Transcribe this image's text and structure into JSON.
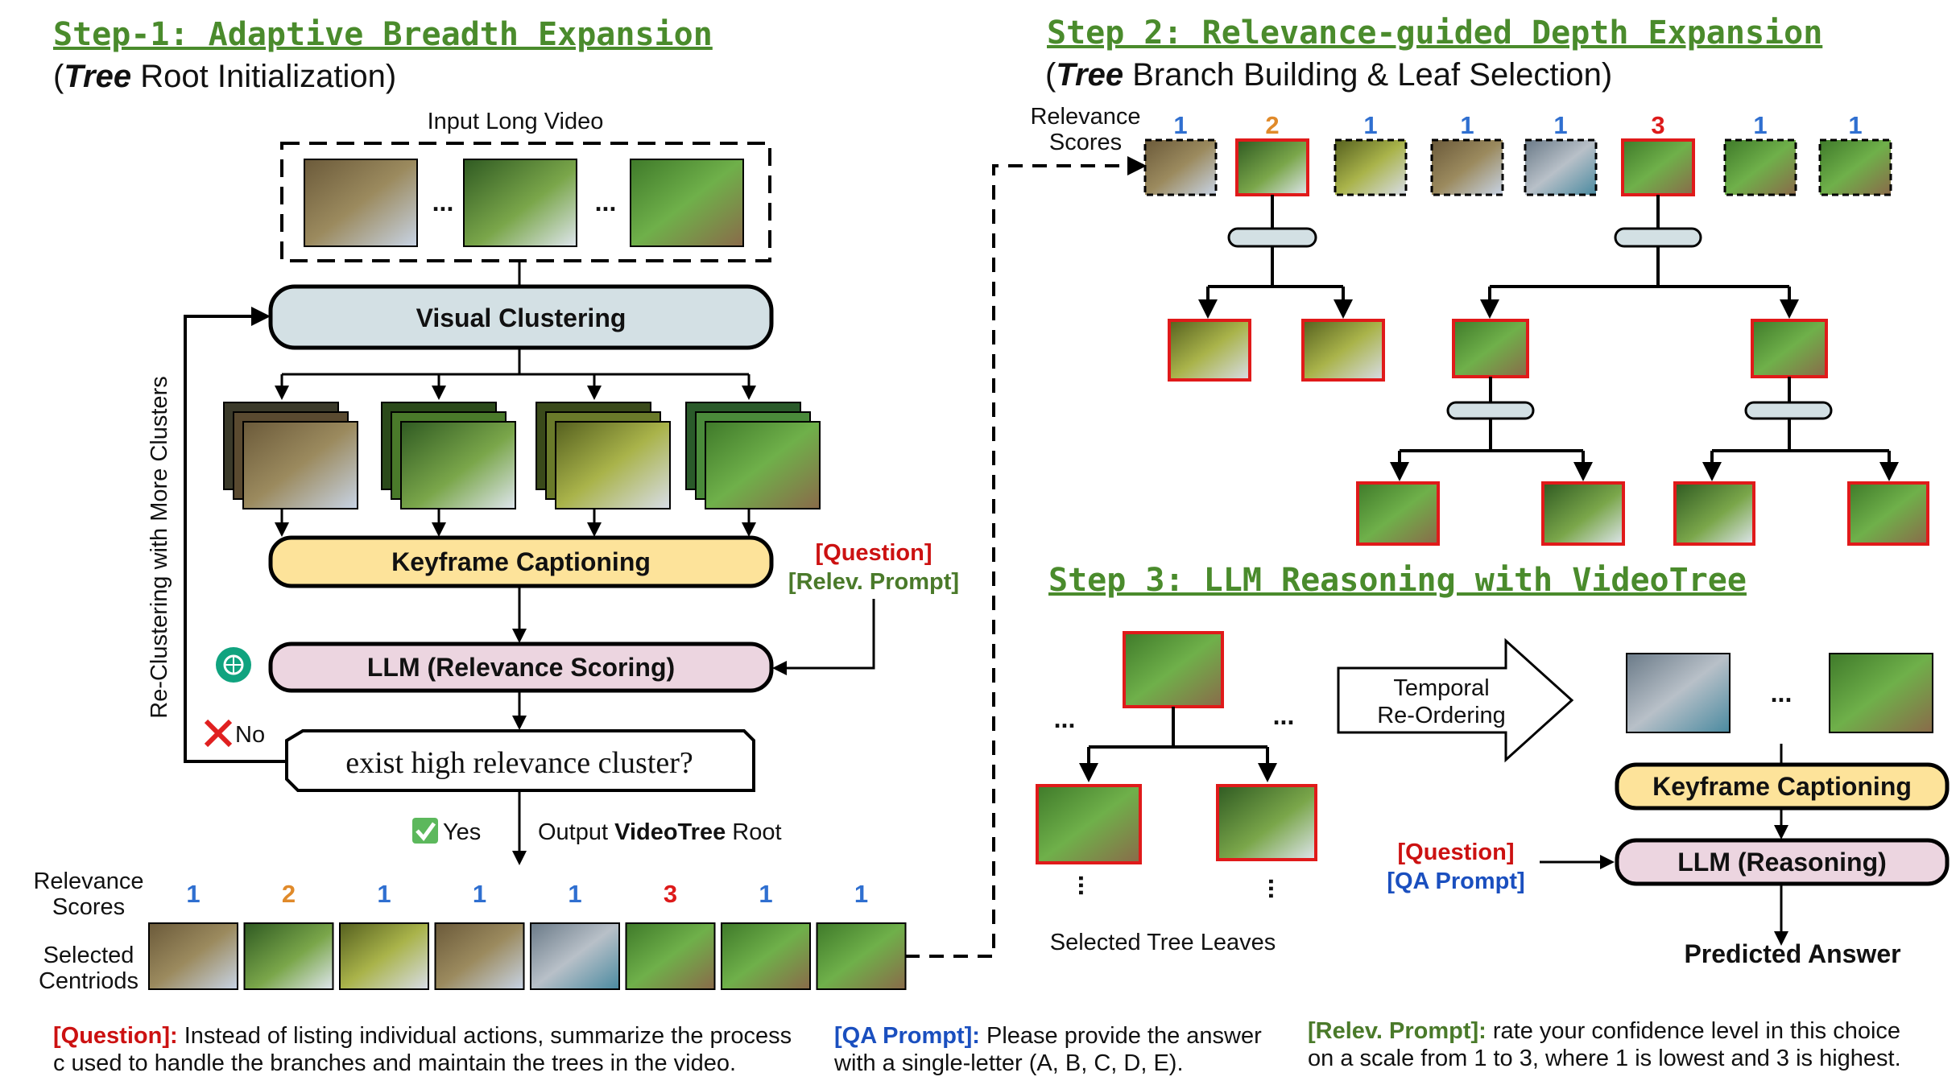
{
  "step1": {
    "title": "Step-1: Adaptive Breadth Expansion",
    "subtitle_italic": "Tree",
    "subtitle_rest": " Root Initialization)",
    "subtitle_open": "(",
    "input_label": "Input Long Video",
    "ellipsis": "...",
    "visual_clustering": "Visual Clustering",
    "keyframe_captioning": "Keyframe Captioning",
    "llm_relevance": "LLM (Relevance Scoring)",
    "question_tag": "[Question]",
    "relev_prompt_tag": "[Relev. Prompt]",
    "decision": "exist high relevance cluster?",
    "no_label": "No",
    "yes_label": "Yes",
    "output_prefix": "Output ",
    "output_bold": "VideoTree",
    "output_suffix": " Root",
    "loop_label": "Re-Clustering  with More Clusters",
    "relevance_scores_l1": "Relevance",
    "relevance_scores_l2": "Scores",
    "selected_l1": "Selected",
    "selected_l2": "Centriods",
    "scores": [
      "1",
      "2",
      "1",
      "1",
      "1",
      "3",
      "1",
      "1"
    ]
  },
  "step2": {
    "title": "Step 2: Relevance-guided Depth Expansion",
    "subtitle_open": "(",
    "subtitle_italic": "Tree",
    "subtitle_rest": " Branch Building & Leaf Selection)",
    "relevance_scores_l1": "Relevance",
    "relevance_scores_l2": "Scores",
    "scores": [
      "1",
      "2",
      "1",
      "1",
      "1",
      "3",
      "1",
      "1"
    ]
  },
  "step3": {
    "title": "Step 3: LLM Reasoning with VideoTree",
    "temporal_l1": "Temporal",
    "temporal_l2": "Re-Ordering",
    "selected_leaves": "Selected Tree Leaves",
    "dots": "...",
    "keyframe_captioning": "Keyframe Captioning",
    "llm_reasoning": "LLM (Reasoning)",
    "question_tag": "[Question]",
    "qa_prompt_tag": "[QA Prompt]",
    "predicted": "Predicted Answer"
  },
  "footnotes": {
    "question_tag": "[Question]:",
    "question_l1": " Instead of listing individual actions, summarize the process",
    "question_l2": "c used to handle the branches and maintain the trees in the video.",
    "qa_tag": "[QA Prompt]:",
    "qa_l1": "  Please provide the answer",
    "qa_l2": "with a single-letter (A, B, C, D, E).",
    "relev_tag": "[Relev. Prompt]:",
    "relev_l1": " rate your confidence level in this choice",
    "relev_l2": "on a scale from 1 to 3, where 1 is lowest and 3 is highest."
  },
  "colors": {
    "green_title": "#4a8b2c",
    "blue_score": "#2f6fd0",
    "orange_score": "#e08a2a",
    "red_score": "#dd1a1a",
    "clustering_fill": "#d3e0e4",
    "caption_fill": "#fde39a",
    "llm_fill": "#ecd5e0",
    "node_fill": "#d3e0e4"
  },
  "icons": [
    "red-x-icon",
    "green-check-icon",
    "openai-logo-icon"
  ]
}
